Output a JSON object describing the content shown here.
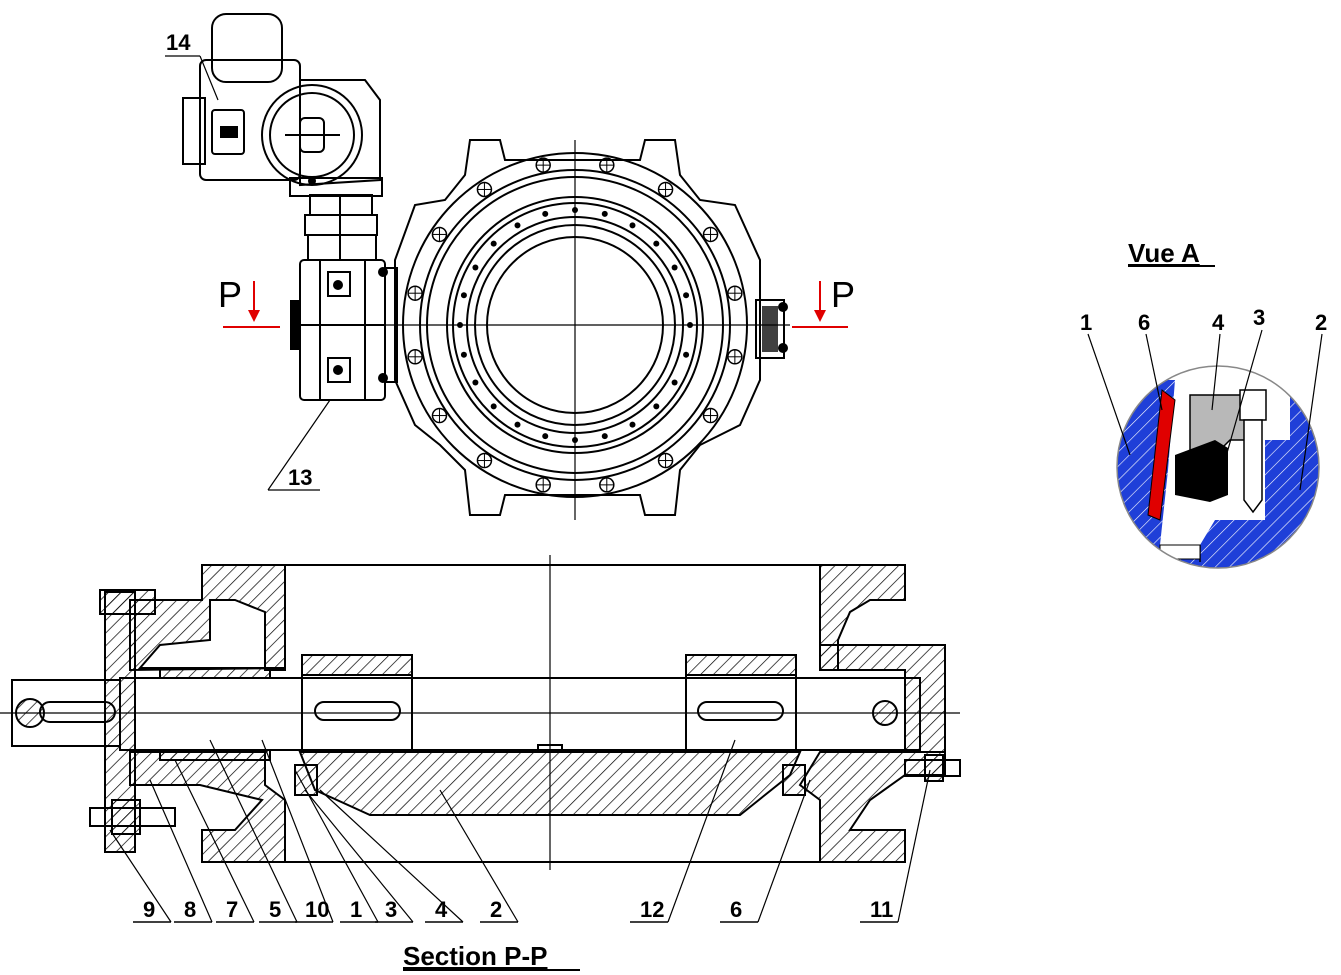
{
  "front_view": {
    "section_marker": "P",
    "callouts": [
      "14",
      "13"
    ]
  },
  "detail_view": {
    "title": "Vue A",
    "callouts": [
      "1",
      "6",
      "4",
      "3",
      "2"
    ]
  },
  "section_view": {
    "title": "Section P-P",
    "callouts": [
      "9",
      "8",
      "7",
      "5",
      "10",
      "1",
      "3",
      "4",
      "2",
      "12",
      "6",
      "11"
    ]
  },
  "colors": {
    "line": "#000000",
    "section_arrow": "#e00000",
    "detail_body": "#1f3fd8",
    "detail_seal_ring": "#e00000",
    "detail_gasket": "#000000",
    "detail_clamp": "#b8b8b8"
  }
}
